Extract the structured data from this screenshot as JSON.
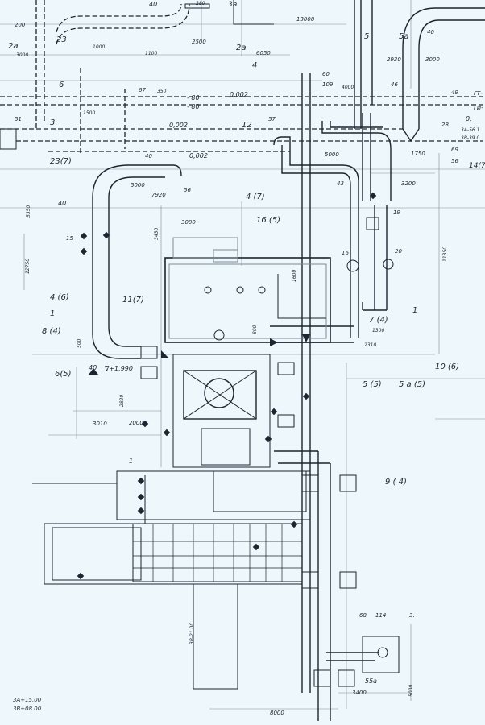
{
  "theme": {
    "paper": "#eef7fb",
    "ink": "#1c2530",
    "faint": "#7d8a96"
  },
  "labels": {
    "l_40a": "40",
    "l_280": "280",
    "l_3a": "3a",
    "l_200": "200",
    "l_2a": "2a",
    "l_13000": "13000",
    "l_5": "5",
    "l_5a": "5a",
    "l_40b": "40",
    "l_1000": "1000",
    "l_2500": "2500",
    "l_2a2": "2a",
    "l_23": "23",
    "l_1100": "1100",
    "l_6050": "6050",
    "l_2930": "2930",
    "l_3000a": "3000",
    "l_3000b": "3000",
    "l_4": "4",
    "l_60": "60",
    "l_109": "109",
    "l_4000": "4000",
    "l_6": "6",
    "l_67": "67",
    "l_350": "350",
    "l_0002a": "0,002",
    "l_80": "- 80",
    "l_80b": "- 80",
    "l_46": "46",
    "l_49": "49",
    "l_gt": "ГТ-",
    "l_0c": "0,",
    "l_gi": "ГИ-",
    "l_1500": "1500",
    "l_51": "51",
    "l_3": "3",
    "l_0002b": "0,002",
    "l_12": "12",
    "l_57": "57",
    "l_28": "28",
    "l_3a56": "3A-56.1",
    "l_3b39": "3B-39.0",
    "l_23_7": "23(7)",
    "l_40c": "40",
    "l_0002c": "0,002",
    "l_5000a": "5000",
    "l_1750": "1750",
    "l_69": "69",
    "l_56a": "56",
    "l_14_7": "14(7",
    "l_40d": "40",
    "l_5000b": "5000",
    "l_7920": "7920",
    "l_56b": "56",
    "l_3200": "3200",
    "l_4_7": "4 (7)",
    "l_5350": "5350",
    "l_43": "43",
    "l_19": "19",
    "l_3000c": "3000",
    "l_16_5": "16 (5)",
    "l_15": "15",
    "l_16": "16",
    "l_20": "20",
    "l_11350": "11350",
    "l_12750": "12750",
    "l_4_6": "4 (6)",
    "l_11_7": "11(7)",
    "l_1": "1",
    "l_1r": "1",
    "l_8_4": "8 (4)",
    "l_7_4": "7 (4)",
    "l_1300": "1300",
    "l_2310": "2310",
    "l_500": "500",
    "l_10_6": "10 (6)",
    "l_6_5": "6(5)",
    "l_40e": "40",
    "l_1990": "∇+1,990",
    "l_5_5": "5 (5)",
    "l_5a_5": "5 a (5)",
    "l_2820": "2820",
    "l_3010": "3010",
    "l_2000": "2000",
    "l_1b": "1",
    "l_9_4": "9 ( 4)",
    "l_3b2100": "3B-21.00",
    "l_68": "68",
    "l_114": "114",
    "l_3b": "3.",
    "l_55a": "55a",
    "l_3400": "3400",
    "l_5000c": "5000",
    "l_8000": "8000",
    "l_3a1500": "3A+15.00",
    "l_3b0800": "3B+08.00",
    "l_3430": "3430",
    "l_1600": "1600",
    "l_800": "800"
  }
}
